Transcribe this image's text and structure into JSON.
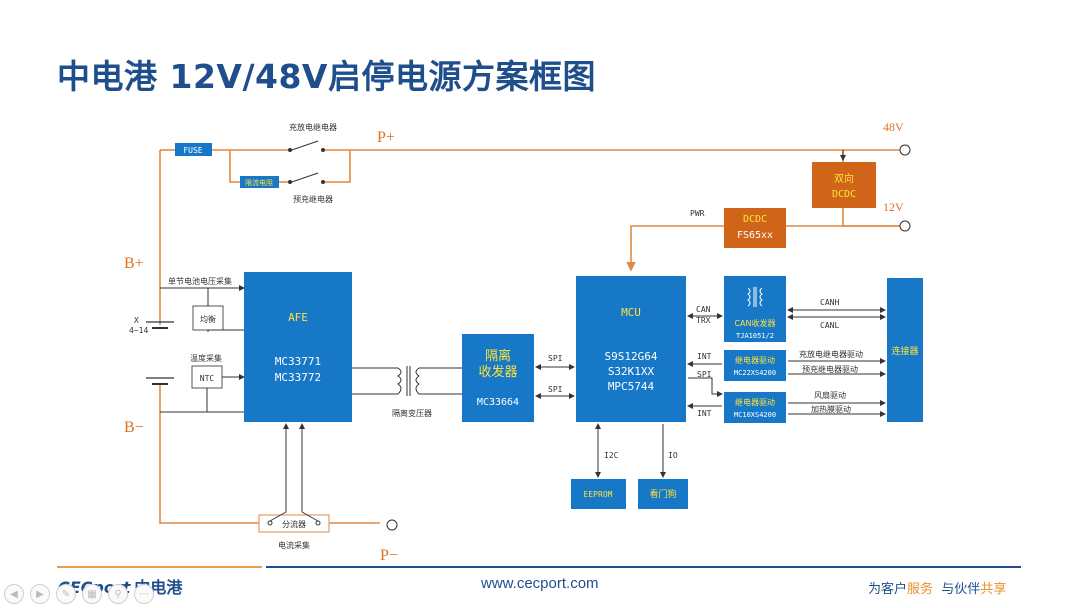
{
  "title": "中电港 12V/48V启停电源方案框图",
  "labels": {
    "fuse": "FUSE",
    "charge_relay": "充放电继电器",
    "precharge_relay": "预充继电器",
    "current_limit_resistor": "限流电阻",
    "p_plus": "P+",
    "p_minus": "P−",
    "b_plus": "B+",
    "b_minus": "B−",
    "v48": "48V",
    "v12": "12V",
    "cell_x": "X",
    "cell_range": "4~14",
    "cell_voltage_sample": "单节电池电压采集",
    "balance": "均衡",
    "temp_sample": "温度采集",
    "ntc": "NTC",
    "isolation_transformer": "隔离变压器",
    "shunt": "分流器",
    "current_sample": "电流采集",
    "pwr": "PWR",
    "spi_1": "SPI",
    "spi_2": "SPI",
    "spi_3": "SPI",
    "can_trx": "CAN",
    "can_trx_2": "TRX",
    "int_1": "INT",
    "int_2": "INT",
    "i2c": "I2C",
    "io": "IO",
    "canh": "CANH",
    "canl": "CANL",
    "sig_charge_relay_drive": "充放电继电器驱动",
    "sig_precharge_relay_drive": "预充继电器驱动",
    "sig_fan_drive": "风扇驱动",
    "sig_heater_drive": "加热膜驱动"
  },
  "blocks": {
    "bidir_dcdc": {
      "line1": "双向",
      "line2": "DCDC"
    },
    "dcdc": {
      "line1": "DCDC",
      "line2": "FS65xx"
    },
    "afe": {
      "name": "AFE",
      "part1": "MC33771",
      "part2": "MC33772"
    },
    "isolator": {
      "line1": "隔离",
      "line2": "收发器",
      "part": "MC33664"
    },
    "mcu": {
      "name": "MCU",
      "part1": "S9S12G64",
      "part2": "S32K1XX",
      "part3": "MPC5744"
    },
    "can_transceiver": {
      "name": "CAN收发器",
      "part": "TJA1051/2"
    },
    "relay_driver_1": {
      "name": "继电器驱动",
      "part": "MC22XS4200"
    },
    "relay_driver_2": {
      "name": "继电器驱动",
      "part": "MC10XS4200"
    },
    "connector": {
      "name": "连接器"
    },
    "eeprom": {
      "name": "EEPROM"
    },
    "watchdog": {
      "name": "看门狗"
    }
  },
  "footer": {
    "logo_text": "CECport",
    "logo_cn": "中电港",
    "website": "www.cecport.com",
    "slogan_a": "为客户",
    "slogan_b": "服务",
    "slogan_c": "与伙伴",
    "slogan_d": "共享"
  },
  "colors": {
    "title": "#1f4e8c",
    "block_blue": "#1878c8",
    "block_orange": "#d0651a",
    "accent_orange": "#e08a44",
    "label_yellow": "#ffe23a"
  }
}
